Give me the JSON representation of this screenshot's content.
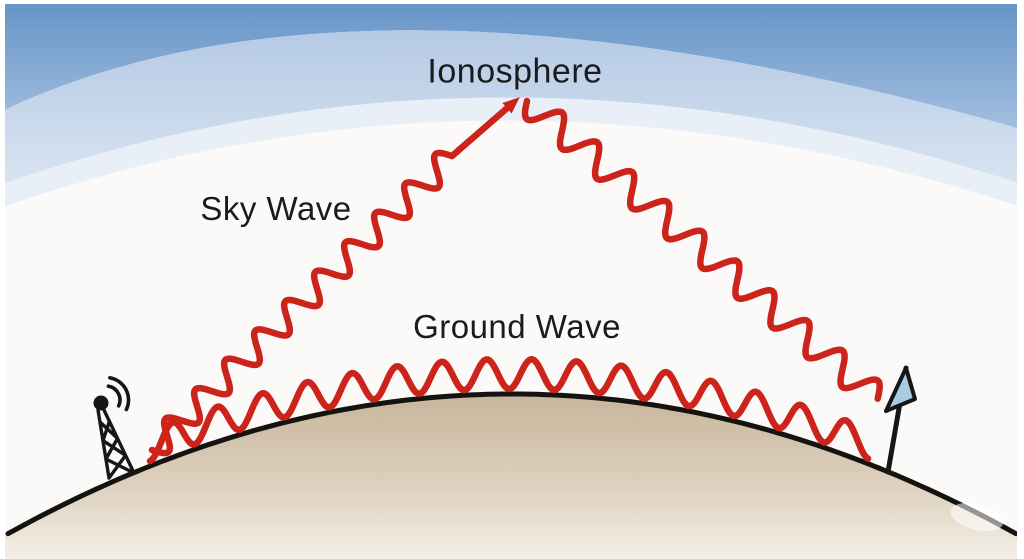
{
  "diagram": {
    "labels": {
      "ionosphere": "Ionosphere",
      "sky_wave": "Sky Wave",
      "ground_wave": "Ground Wave"
    },
    "colors": {
      "wave_red": "#cc231a",
      "sky_blue_top": "#6493c7",
      "ionosphere_band_blue": "#b5cae5",
      "earth_tan": "#c7b59b",
      "earth_line_black": "#151310",
      "tower_black": "#161616",
      "flag_blue": "#a9cbdf",
      "label_text": "#1b1b1b"
    }
  }
}
